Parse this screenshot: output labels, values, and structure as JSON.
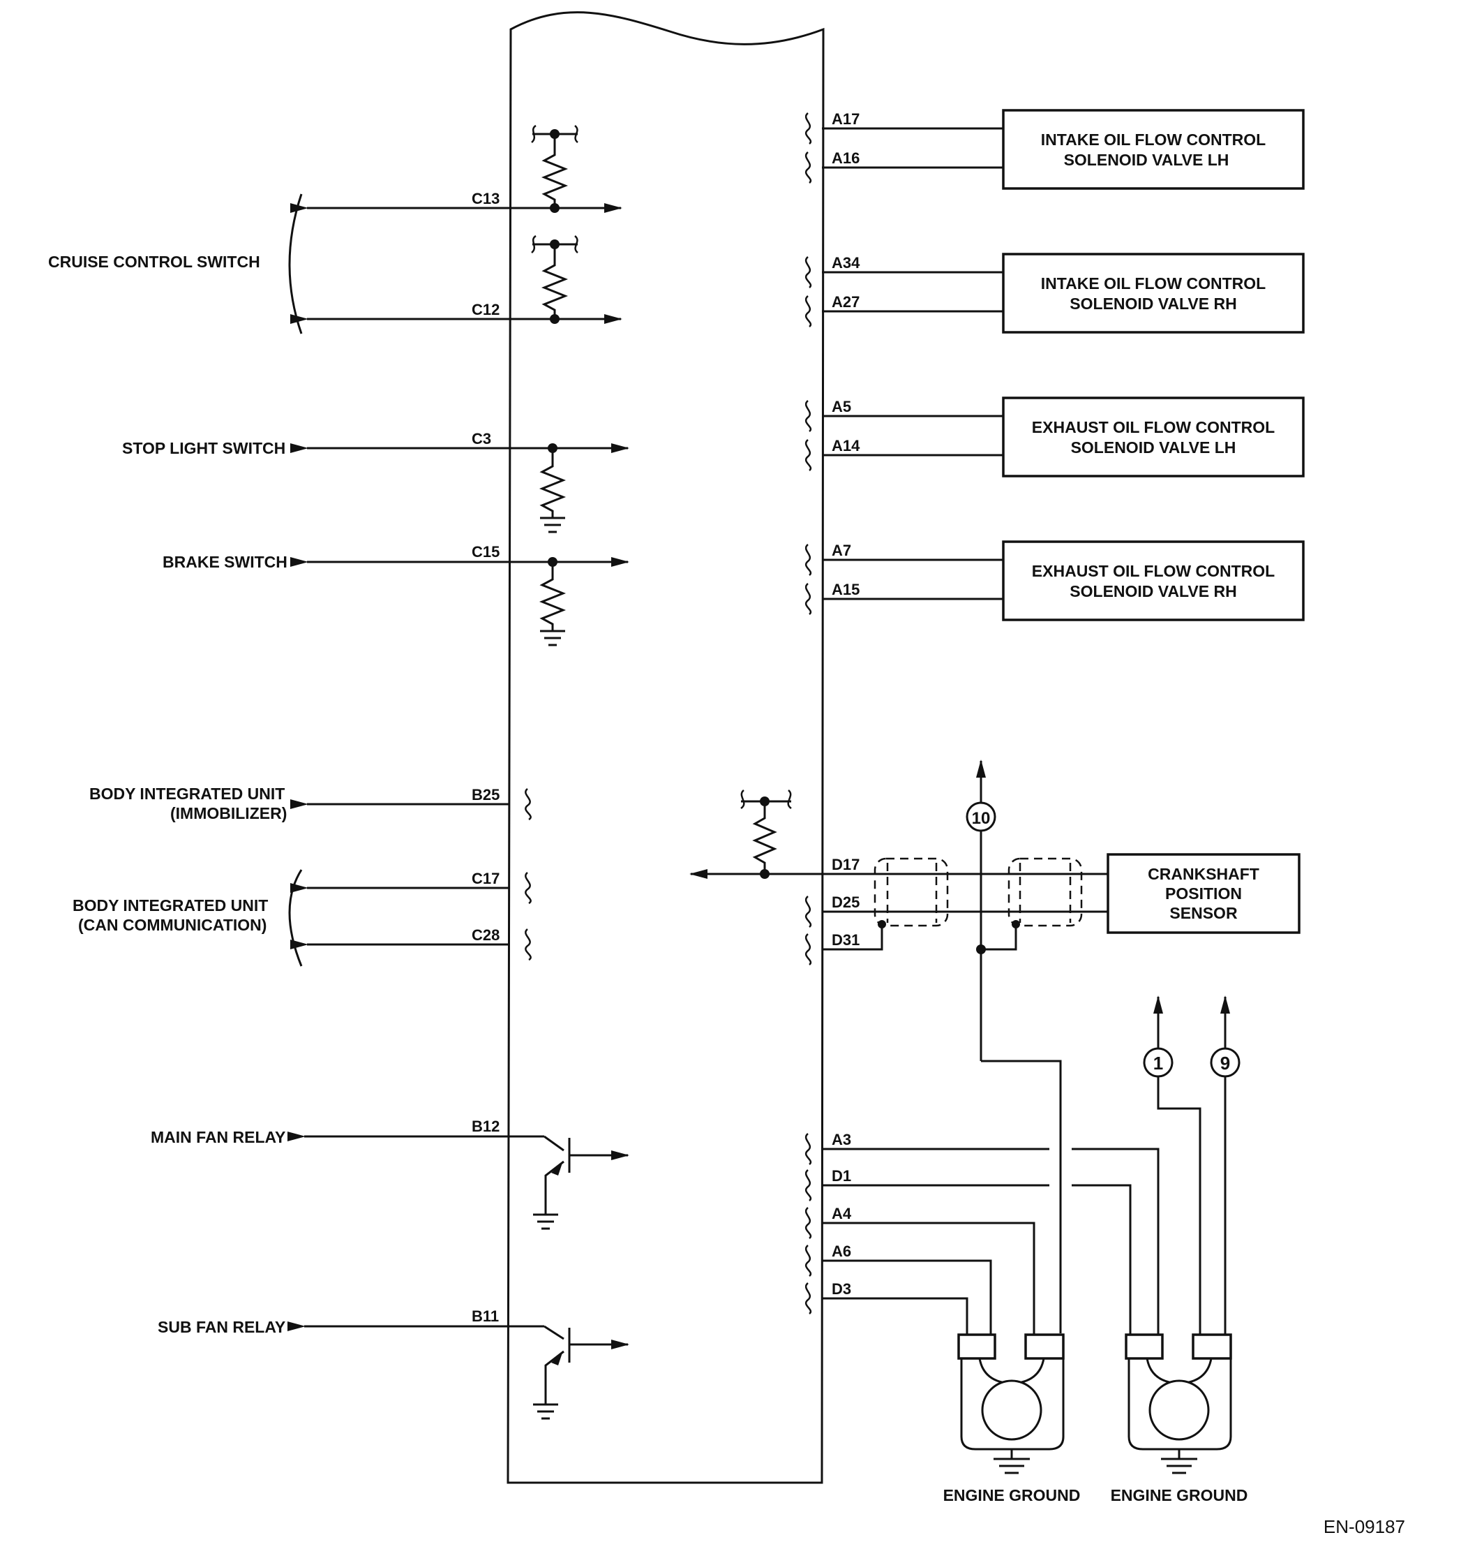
{
  "left_labels": {
    "cruise_control_switch": "CRUISE CONTROL SWITCH",
    "stop_light_switch": "STOP LIGHT SWITCH",
    "brake_switch": "BRAKE SWITCH",
    "body_unit_immobilizer_1": "BODY INTEGRATED UNIT",
    "body_unit_immobilizer_2": "(IMMOBILIZER)",
    "body_unit_can_1": "BODY INTEGRATED UNIT",
    "body_unit_can_2": "(CAN COMMUNICATION)",
    "main_fan_relay": "MAIN FAN RELAY",
    "sub_fan_relay": "SUB FAN RELAY"
  },
  "left_pins": {
    "c13": "C13",
    "c12": "C12",
    "c3": "C3",
    "c15": "C15",
    "b25": "B25",
    "c17": "C17",
    "c28": "C28",
    "b12": "B12",
    "b11": "B11"
  },
  "right_pins": {
    "a17": "A17",
    "a16": "A16",
    "a34": "A34",
    "a27": "A27",
    "a5": "A5",
    "a14": "A14",
    "a7": "A7",
    "a15": "A15",
    "d17": "D17",
    "d25": "D25",
    "d31": "D31",
    "a3": "A3",
    "d1": "D1",
    "a4": "A4",
    "a6": "A6",
    "d3": "D3"
  },
  "components": {
    "intake_lh_1": "INTAKE OIL FLOW CONTROL",
    "intake_lh_2": "SOLENOID VALVE LH",
    "intake_rh_1": "INTAKE OIL FLOW CONTROL",
    "intake_rh_2": "SOLENOID VALVE RH",
    "exhaust_lh_1": "EXHAUST OIL FLOW CONTROL",
    "exhaust_lh_2": "SOLENOID VALVE LH",
    "exhaust_rh_1": "EXHAUST OIL FLOW CONTROL",
    "exhaust_rh_2": "SOLENOID VALVE RH",
    "crank_1": "CRANKSHAFT",
    "crank_2": "POSITION",
    "crank_3": "SENSOR"
  },
  "connectors": {
    "c10": "10",
    "c1": "1",
    "c9": "9"
  },
  "grounds": {
    "ground_1": "ENGINE GROUND",
    "ground_2": "ENGINE GROUND"
  },
  "figure_code": "EN-09187"
}
